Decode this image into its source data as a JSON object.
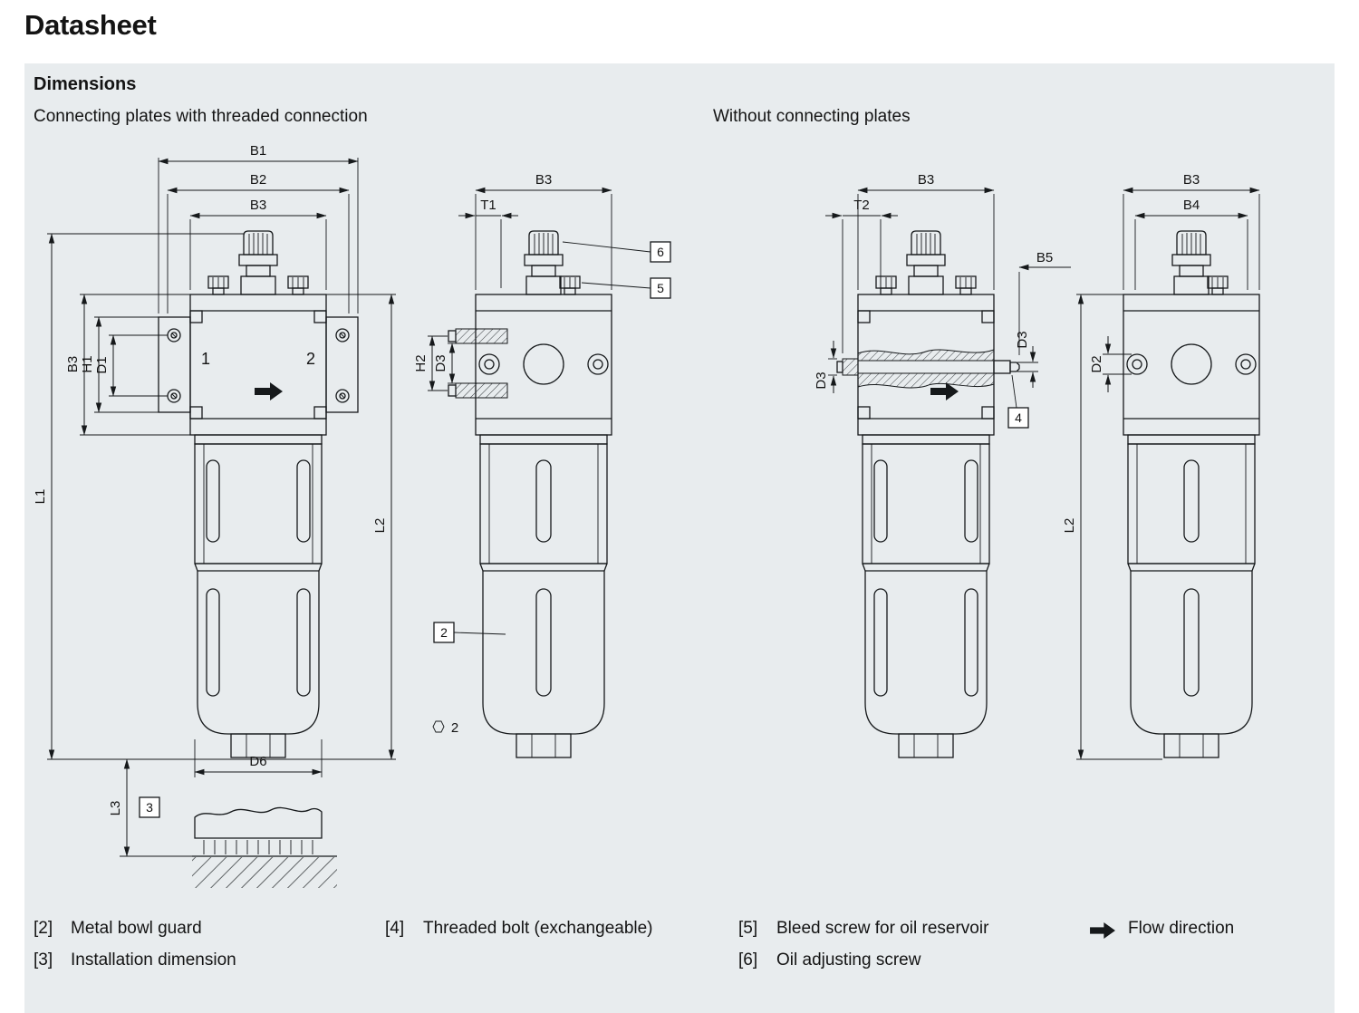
{
  "page": {
    "title": "Datasheet"
  },
  "section": {
    "heading": "Dimensions",
    "left_subheading": "Connecting plates with threaded connection",
    "right_subheading": "Without connecting plates"
  },
  "colors": {
    "panel_background": "#e8ecee"
  },
  "dims": {
    "B1": "B1",
    "B2": "B2",
    "B3": "B3",
    "B4": "B4",
    "B5": "B5",
    "T1": "T1",
    "T2": "T2",
    "L1": "L1",
    "L2": "L2",
    "L3": "L3",
    "H1": "H1",
    "H2": "H2",
    "D1": "D1",
    "D2": "D2",
    "D3": "D3",
    "D6": "D6"
  },
  "ports": {
    "inlet": "1",
    "outlet": "2"
  },
  "callouts": {
    "c2": "2",
    "c3": "3",
    "c4": "4",
    "c5": "5",
    "c6": "6"
  },
  "notes": {
    "wrench_size": "2"
  },
  "legend": {
    "item2": {
      "ref": "[2]",
      "label": "Metal bowl guard"
    },
    "item3": {
      "ref": "[3]",
      "label": "Installation dimension"
    },
    "item4": {
      "ref": "[4]",
      "label": "Threaded bolt (exchangeable)"
    },
    "item5": {
      "ref": "[5]",
      "label": "Bleed screw for oil reservoir"
    },
    "item6": {
      "ref": "[6]",
      "label": "Oil adjusting screw"
    },
    "flow": {
      "label": "Flow direction"
    }
  }
}
